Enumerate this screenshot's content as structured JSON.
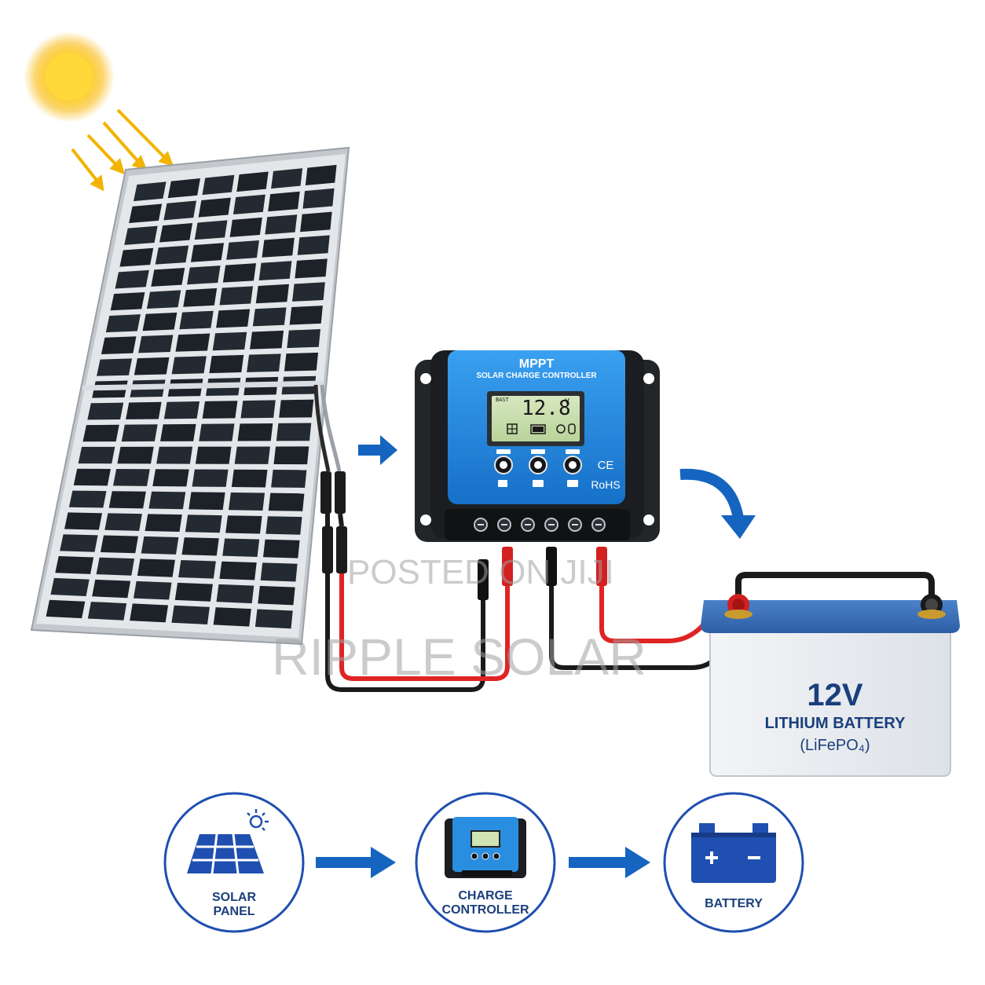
{
  "controller": {
    "title": "MPPT",
    "subtitle": "SOLAR CHARGE CONTROLLER",
    "lcd_value": "12.8",
    "lcd_unit": "V",
    "lcd_small": "BAST",
    "cert_ce": "CE",
    "cert_rohs": "RoHS"
  },
  "battery": {
    "voltage": "12V",
    "type": "LITHIUM BATTERY",
    "chemistry": "(LiFePO₄)"
  },
  "flow": {
    "solar_panel": "SOLAR\nPANEL",
    "charge_controller": "CHARGE\nCONTROLLER",
    "battery": "BATTERY"
  },
  "watermarks": {
    "posted": "POSTED ON JIJI",
    "brand": "RIPPLE SOLAR"
  },
  "colors": {
    "accent_blue": "#1565c0",
    "icon_blue": "#1f4fb0",
    "label_navy": "#1b3f7c",
    "wire_red": "#e02424",
    "wire_black": "#1a1a1a",
    "sun": "#f7b500"
  }
}
